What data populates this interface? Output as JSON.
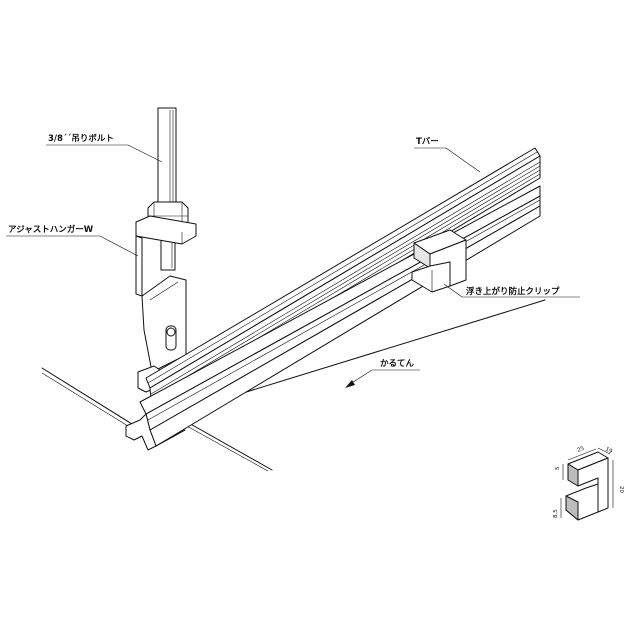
{
  "labels": {
    "bolt": "3/8´´吊りボルト",
    "hanger": "アジャストハンガーW",
    "tbar": "Tバー",
    "clip": "浮き上がり防止クリップ",
    "panel": "かるてん"
  },
  "clip_dimensions": {
    "d25": "25",
    "d19": "19",
    "d5": "5",
    "d20": "20",
    "d85": "8.5"
  }
}
